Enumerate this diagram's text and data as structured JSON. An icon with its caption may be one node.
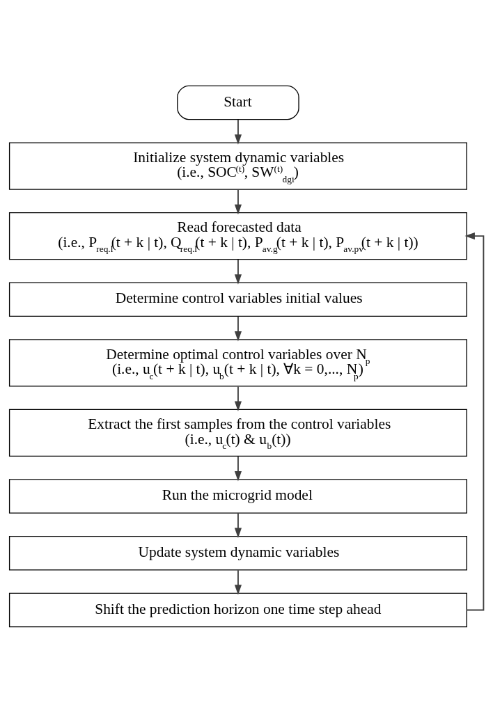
{
  "diagram": {
    "nodes": [
      {
        "text": [
          "Start"
        ]
      },
      {
        "text": [
          "Initialize system dynamic variables",
          "(i.e., SOC$^{(t)}$, SW$^{(t)}$$_{dgi}$)"
        ]
      },
      {
        "text": [
          "Read forecasted data",
          "(i.e., P$_{req.l}$(t + k | t), Q$_{req.l}$(t + k | t), P$_{av.g}$(t + k | t), P$_{av.pv}$(t + k | t))"
        ]
      },
      {
        "text": [
          "Determine control variables initial values"
        ]
      },
      {
        "text": [
          "Determine optimal control variables over N$_{p}$",
          "(i.e., u$_{c}$(t + k | t), u$_{b}$(t + k | t), ∀k = 0,..., N$_{p}$)"
        ]
      },
      {
        "text": [
          "Extract the first samples from the control variables",
          "(i.e., u$_{c}$(t) & u$_{b}$(t))"
        ]
      },
      {
        "text": [
          "Run the microgrid model"
        ]
      },
      {
        "text": [
          "Update system dynamic variables"
        ]
      },
      {
        "text": [
          "Shift the prediction horizon one time step ahead"
        ]
      }
    ],
    "edges": [
      {
        "from": 0,
        "to": 1,
        "arrow": "to"
      },
      {
        "from": 1,
        "to": 2,
        "arrow": "to"
      },
      {
        "from": 2,
        "to": 3,
        "arrow": "to"
      },
      {
        "from": 3,
        "to": 4,
        "arrow": "to"
      },
      {
        "from": 4,
        "to": 5,
        "arrow": "to"
      },
      {
        "from": 5,
        "to": 6,
        "arrow": "to"
      },
      {
        "from": 6,
        "to": 7,
        "arrow": "to"
      },
      {
        "from": 7,
        "to": 8,
        "arrow": "to"
      },
      {
        "from": 8,
        "to": 2,
        "arrow": "to"
      }
    ]
  }
}
